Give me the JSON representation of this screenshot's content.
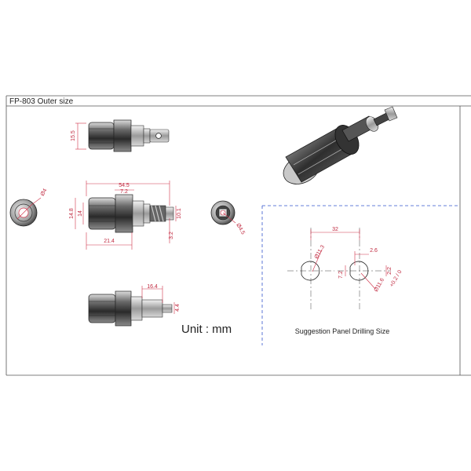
{
  "title": "FP-803 Outer size",
  "unit_label": "Unit : mm",
  "drilling_caption": "Suggestion Panel Drilling Size",
  "colors": {
    "frame": "#555555",
    "dimension": "#d0324a",
    "guide": "#3355cc"
  },
  "dimensions": {
    "top_height": "15.5",
    "front_dia": "Ø4",
    "total_length": "54.5",
    "collar": "7.2",
    "body_outer": "14.8",
    "body_inner": "14",
    "thread": "10.1",
    "pin_offset": "3.2",
    "body_length": "21.4",
    "rear_dia": "Ø4.5",
    "pin_length": "16.4",
    "pin_width": "4.4",
    "drill_spacing": "32",
    "drill_dia_a": "Ø11.3",
    "drill_flat": "2.6",
    "drill_key_h": "7.2",
    "drill_key_v": "2.2",
    "drill_dia_b": "Ø11.6",
    "drill_tol": "+0.2 / 0"
  }
}
